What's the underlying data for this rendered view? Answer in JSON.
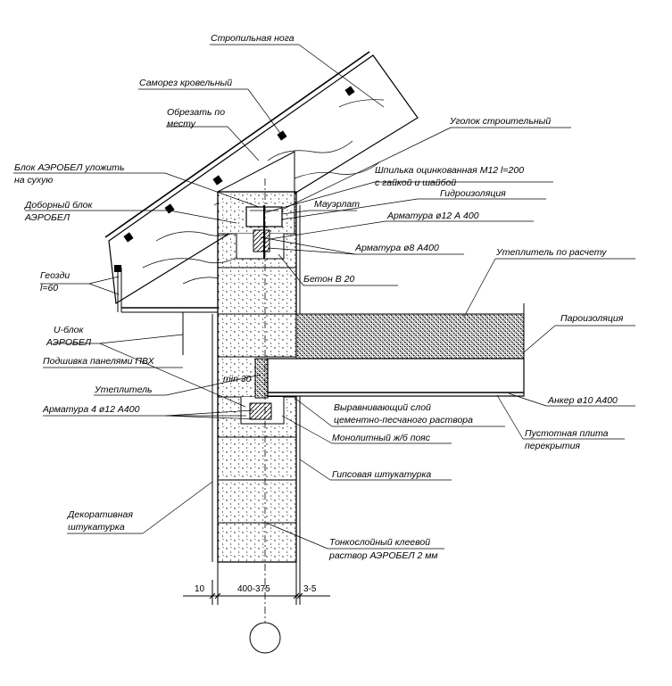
{
  "labels": {
    "rafter": "Стропильная нога",
    "roof_screw": "Саморез кровельный",
    "cut_to_fit_1": "Обрезать по",
    "cut_to_fit_2": "месту",
    "steel_angle": "Уголок строительный",
    "block_dry_1": "Блок АЭРОБЕЛ уложить",
    "block_dry_2": "на сухую",
    "stud_1": "Шпилька оцинкованная М12 l=200",
    "stud_2": "с гайкой и шайбой",
    "waterproofing": "Гидроизоляция",
    "extra_block_1": "Доборный блок",
    "extra_block_2": "АЭРОБЕЛ",
    "mauerlat": "Мауэрлат",
    "rebar12": "Арматура ø12 А 400",
    "rebar8": "Арматура ø8 А400",
    "insulation_calc": "Утеплитель по расчету",
    "geozi_1": "Геозди",
    "geozi_2": "l=60",
    "concrete": "Бетон В 20",
    "ublock_1": "U-блок",
    "ublock_2": "АЭРОБЕЛ",
    "vapor": "Пароизоляция",
    "pvc_soffit": "Подшивка панелями ПВХ",
    "insulation": "Утеплитель",
    "min30": "min 30",
    "anchor": "Анкер ø10 А400",
    "rebar4": "Арматура 4 ø12 А400",
    "level_layer_1": "Выравнивающий слой",
    "level_layer_2": "цементно-песчаного раствора",
    "hollow_slab_1": "Пустотная плита",
    "hollow_slab_2": "перекрытия",
    "mono_belt": "Монолитный ж/б пояс",
    "gypsum": "Гипсовая штукатурка",
    "deco_1": "Декоративная",
    "deco_2": "штукатурка",
    "glue_1": "Тонкослойный клеевой",
    "glue_2": "раствор АЭРОБЕЛ 2 мм"
  },
  "dims": {
    "left": "10",
    "middle": "400-375",
    "right": "3-5"
  }
}
